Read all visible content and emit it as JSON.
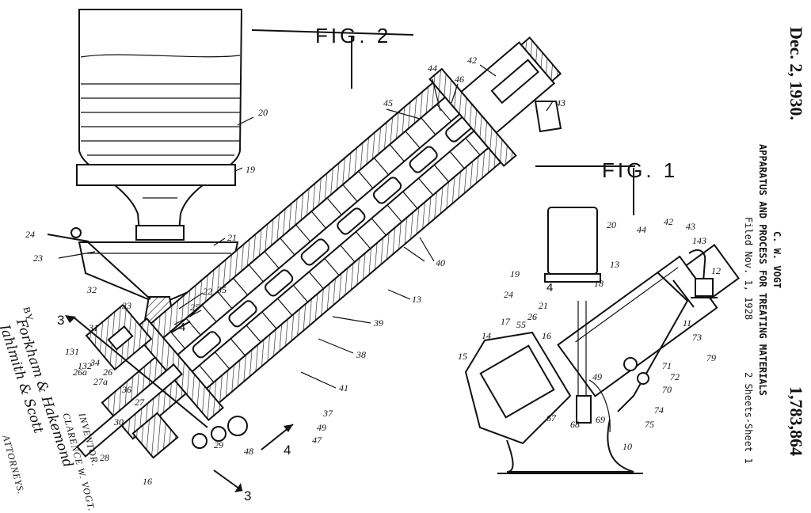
{
  "patent": {
    "date": "Dec. 2, 1930.",
    "inventor_header": "C. W. VOGT",
    "title": "APPARATUS AND PROCESS FOR TREATING MATERIALS",
    "filed": "Filed Nov. 1, 1928",
    "sheets": "2 Sheets-Sheet 1",
    "number": "1,783,864"
  },
  "figures": {
    "fig2": "FIG. 2",
    "fig1": "FIG. 1"
  },
  "fig2_refs": {
    "r20": "20",
    "r19": "19",
    "r24": "24",
    "r23": "23",
    "r21": "21",
    "r22": "22",
    "r35": "35",
    "r25": "25",
    "r32": "32",
    "r33": "33",
    "r31": "31",
    "r131": "131",
    "r132": "132",
    "r26": "26",
    "r26a": "26a",
    "r27a": "27a",
    "r34": "34",
    "r36": "36",
    "r27": "27",
    "r30": "30",
    "r28": "28",
    "r16": "16",
    "r29": "29",
    "r48": "48",
    "r47": "47",
    "r49": "49",
    "r37": "37",
    "r41": "41",
    "r38": "38",
    "r39": "39",
    "r13": "13",
    "r40": "40",
    "r45": "45",
    "r44": "44",
    "r46": "46",
    "r42": "42",
    "r43": "43",
    "sec3a": "3",
    "sec3b": "3",
    "sec4a": "4",
    "sec4b": "4"
  },
  "fig1_refs": {
    "r20": "20",
    "r44": "44",
    "r42": "42",
    "r43": "43",
    "r143": "143",
    "r12": "12",
    "r19": "19",
    "r18": "18",
    "r13": "13",
    "r24": "24",
    "r21": "21",
    "r26": "26",
    "r55": "55",
    "r16": "16",
    "r17": "17",
    "r14": "14",
    "r15": "15",
    "r11": "11",
    "r73": "73",
    "r79": "79",
    "r71": "71",
    "r72": "72",
    "r70": "70",
    "r49": "49",
    "r74": "74",
    "r75": "75",
    "r67": "67",
    "r68": "68",
    "r69": "69",
    "r10": "10",
    "sec4": "4"
  },
  "attribution": {
    "inventor_label": "INVENTOR.",
    "inventor_name": "CLARENCE W. VOGT.",
    "by": "BY",
    "attorneys_signature": "Forkham & Hakemond Jahlmith & Scott",
    "attorneys": "ATTORNEYS."
  }
}
